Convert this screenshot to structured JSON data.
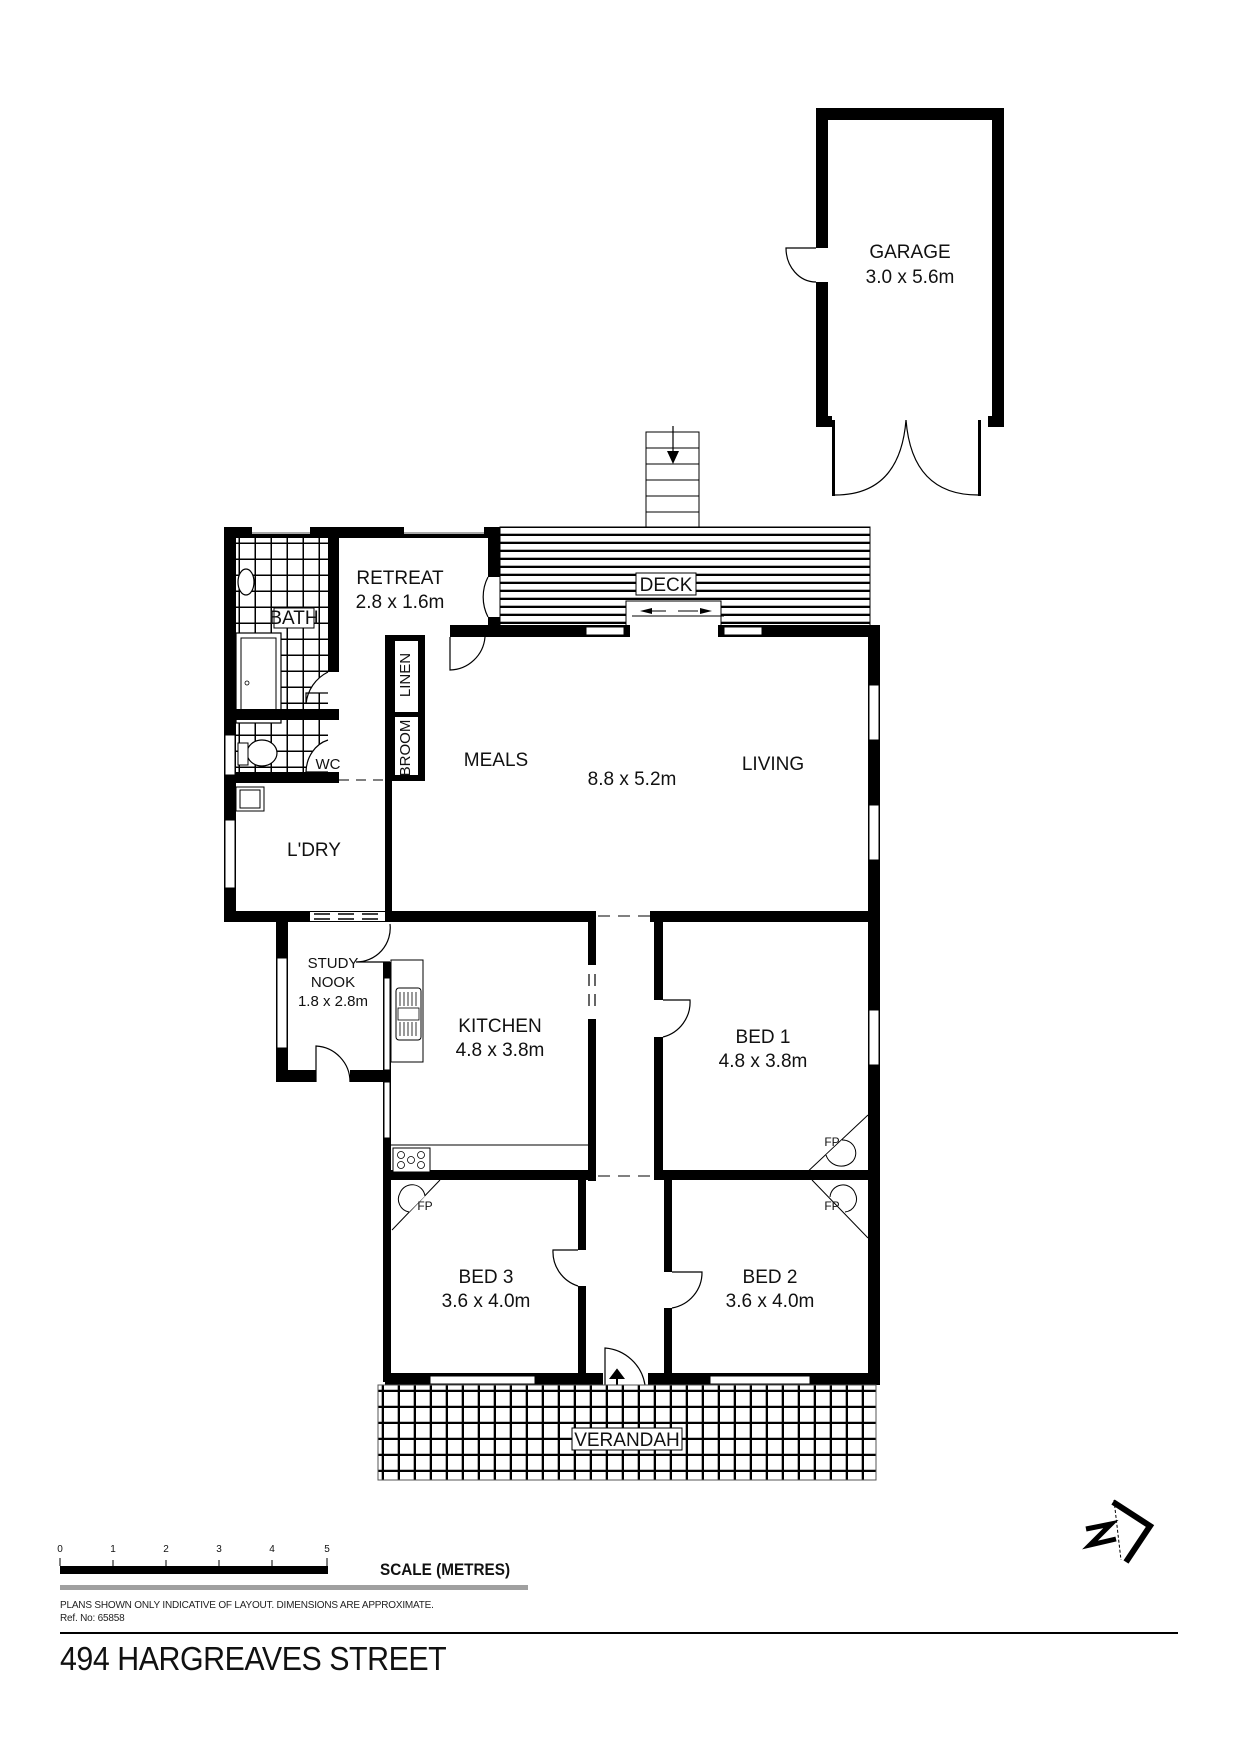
{
  "plan": {
    "address": "494 HARGREAVES STREET",
    "disclaimer": "PLANS SHOWN ONLY INDICATIVE OF LAYOUT.  DIMENSIONS ARE APPROXIMATE.",
    "ref": "Ref. No: 65858",
    "scale": {
      "title": "SCALE (METRES)",
      "ticks": [
        "0",
        "1",
        "2",
        "3",
        "4",
        "5"
      ]
    },
    "north_icon": "north-arrow-icon"
  },
  "rooms": {
    "garage": {
      "name": "GARAGE",
      "size": "3.0 x 5.6m"
    },
    "retreat": {
      "name": "RETREAT",
      "size": "2.8 x 1.6m"
    },
    "bath": {
      "name": "BATH"
    },
    "deck": {
      "name": "DECK"
    },
    "linen": {
      "name": "LINEN"
    },
    "broom": {
      "name": "BROOM"
    },
    "wc": {
      "name": "WC"
    },
    "meals": {
      "name": "MEALS"
    },
    "living": {
      "name": "LIVING"
    },
    "meals_living_size": "8.8 x 5.2m",
    "laundry": {
      "name": "L'DRY"
    },
    "study": {
      "name_line1": "STUDY",
      "name_line2": "NOOK",
      "size": "1.8 x 2.8m"
    },
    "kitchen": {
      "name": "KITCHEN",
      "size": "4.8 x 3.8m"
    },
    "bed1": {
      "name": "BED 1",
      "size": "4.8 x 3.8m",
      "fp": "FP"
    },
    "bed2": {
      "name": "BED 2",
      "size": "3.6 x 4.0m",
      "fp": "FP"
    },
    "bed3": {
      "name": "BED 3",
      "size": "3.6 x 4.0m",
      "fp": "FP"
    },
    "verandah": {
      "name": "VERANDAH"
    }
  }
}
